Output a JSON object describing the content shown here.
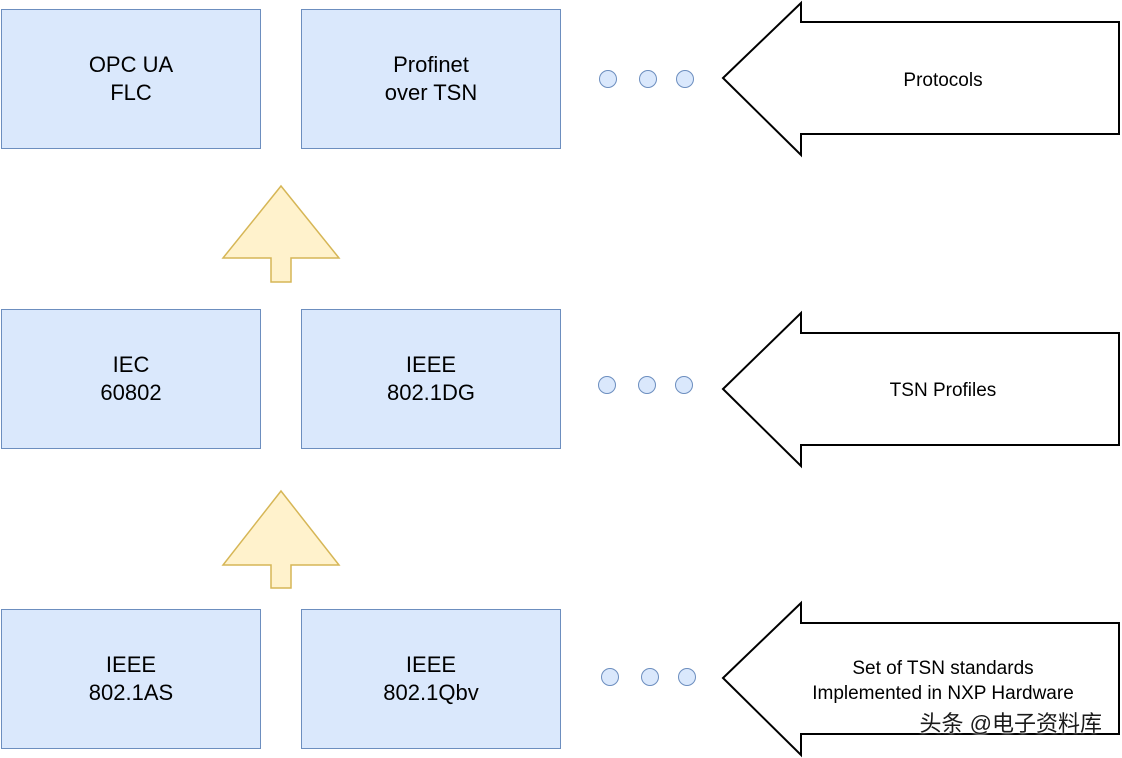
{
  "layers": {
    "protocols": {
      "box_left": [
        "OPC UA",
        "FLC"
      ],
      "box_right": [
        "Profinet",
        "over TSN"
      ],
      "arrow_label": "Protocols"
    },
    "profiles": {
      "box_left": [
        "IEC",
        "60802"
      ],
      "box_right": [
        "IEEE",
        "802.1DG"
      ],
      "arrow_label": "TSN Profiles"
    },
    "standards": {
      "box_left": [
        "IEEE",
        "802.1AS"
      ],
      "box_right": [
        "IEEE",
        "802.1Qbv"
      ],
      "arrow_label": [
        "Set of TSN standards",
        "Implemented in NXP Hardware"
      ]
    }
  },
  "colors": {
    "box_fill": "#dae8fc",
    "box_stroke": "#6c8ebf",
    "up_arrow_fill": "#fff2cc",
    "up_arrow_stroke": "#d6b656",
    "side_arrow_stroke": "#000000"
  },
  "watermark": "头条 @电子资料库"
}
